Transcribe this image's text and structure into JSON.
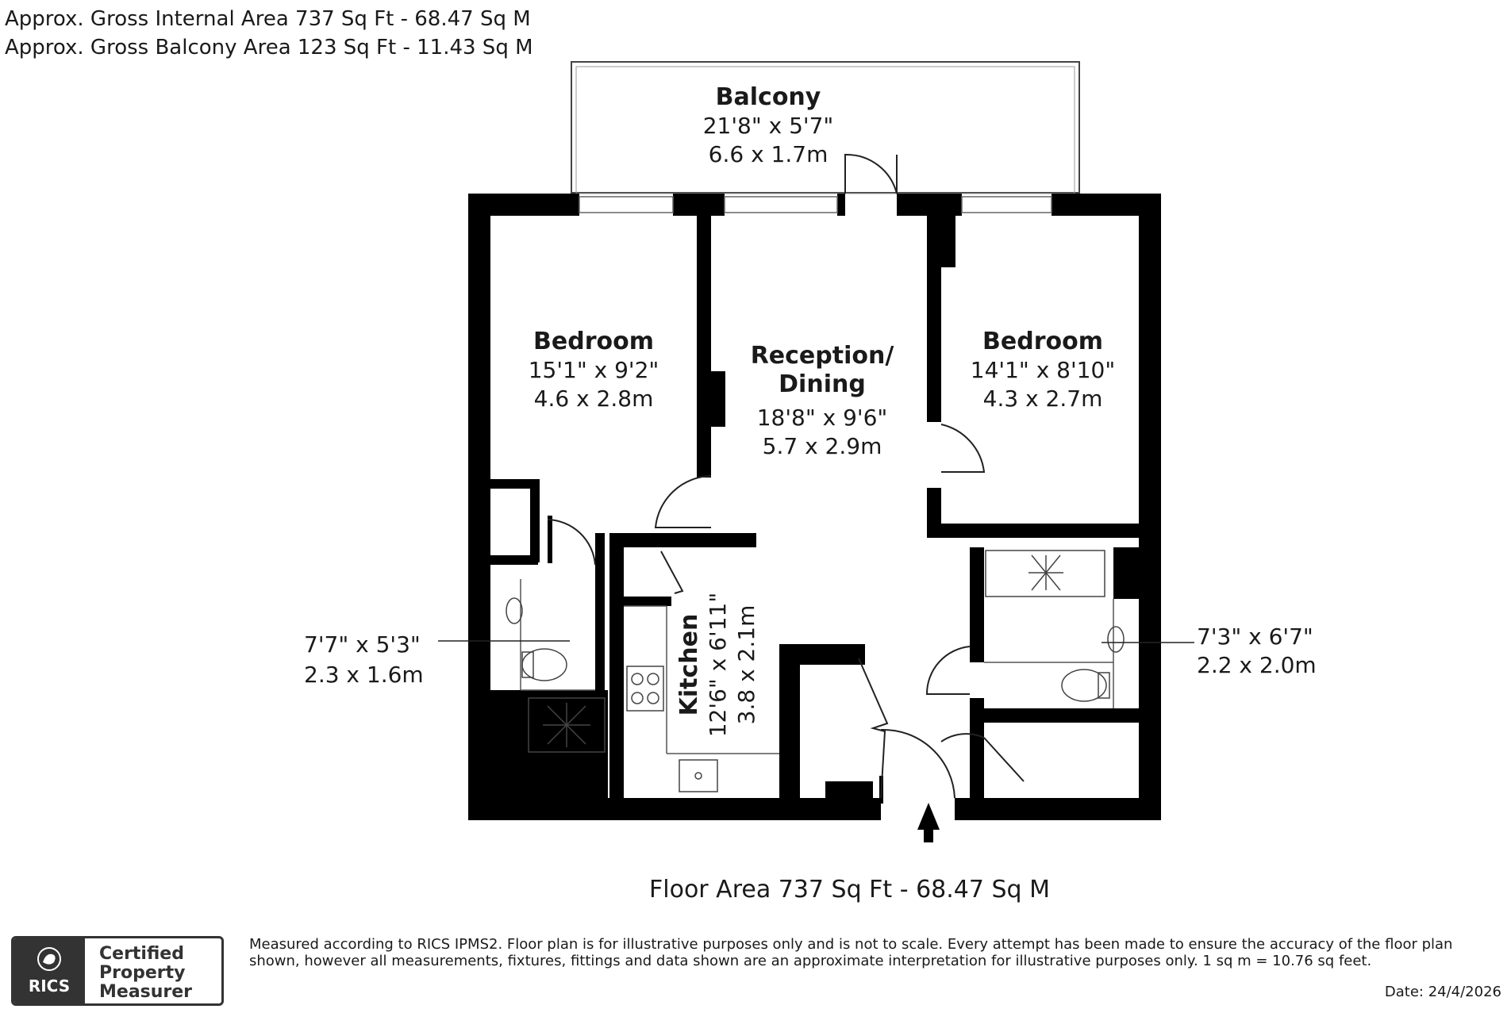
{
  "header": {
    "internal_area": "Approx. Gross Internal Area 737 Sq Ft - 68.47 Sq M",
    "balcony_area": "Approx. Gross Balcony Area 123 Sq Ft - 11.43 Sq M"
  },
  "rooms": {
    "balcony": {
      "name": "Balcony",
      "imperial": "21'8\" x 5'7\"",
      "metric": "6.6 x 1.7m"
    },
    "bedroom1": {
      "name": "Bedroom",
      "imperial": "15'1\" x 9'2\"",
      "metric": "4.6 x 2.8m"
    },
    "reception": {
      "name_line1": "Reception/",
      "name_line2": "Dining",
      "imperial": "18'8\" x 9'6\"",
      "metric": "5.7 x 2.9m"
    },
    "bedroom2": {
      "name": "Bedroom",
      "imperial": "14'1\" x 8'10\"",
      "metric": "4.3 x 2.7m"
    },
    "kitchen": {
      "name": "Kitchen",
      "imperial": "12'6\" x 6'11\"",
      "metric": "3.8 x 2.1m"
    },
    "bathroom_left": {
      "imperial": "7'7\" x 5'3\"",
      "metric": "2.3 x 1.6m"
    },
    "bathroom_right": {
      "imperial": "7'3\" x 6'7\"",
      "metric": "2.2 x 2.0m"
    }
  },
  "floor_area": "Floor Area 737 Sq Ft - 68.47 Sq M",
  "disclaimer": "Measured according to RICS IPMS2. Floor plan is for illustrative purposes only and is not to scale. Every attempt has been made to ensure the accuracy of the floor plan shown, however all measurements, fixtures, fittings and data shown are an approximate interpretation for illustrative purposes only. 1 sq m = 10.76 sq feet.",
  "date": "Date: 24/4/2026",
  "badge": {
    "logo_text": "RICS",
    "line1": "Certified",
    "line2": "Property",
    "line3": "Measurer"
  },
  "colors": {
    "wall": "#000000",
    "text": "#1a1a1a",
    "badge": "#333333"
  }
}
